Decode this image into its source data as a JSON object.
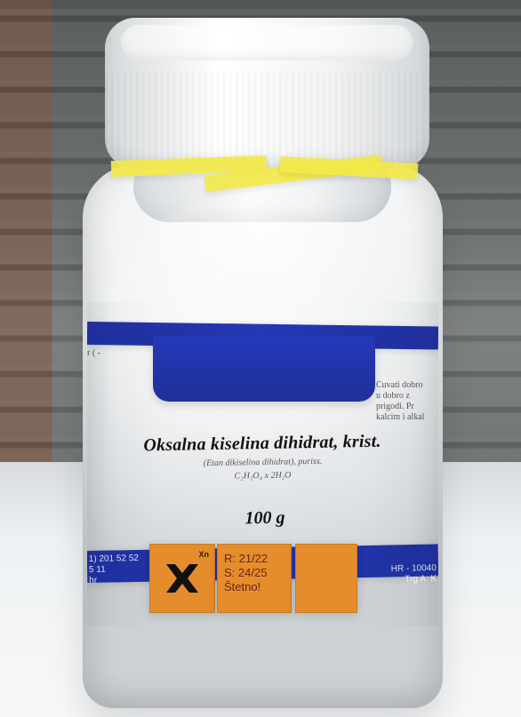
{
  "label": {
    "title": "Oksalna kiselina dihidrat, krist.",
    "subtitle": "(Etan dikiselina dihidrat), puriss.",
    "formula": "C₂H₂O₄ x 2H₂O",
    "amount": "100 g",
    "left_edge_text": "r\n(\n-\n\n\n\n\nrr\n\n\n\n\n\n\n",
    "right_edge_text": "Čuvati dobro\nu dobro z\nprigodi. Pr\nkalcim i alkal",
    "hazard": {
      "symbol": "✖",
      "code": "Xn",
      "r_phrase": "R: 21/22",
      "s_phrase": "S: 24/25",
      "word": "Štetno!"
    },
    "band_left_text": "1) 201 52 52\n5 11\nhr",
    "band_right_text": "HR - 10040\nTrg A. K"
  },
  "colors": {
    "label_blue": "#2439b7",
    "hazard_orange": "#e58d2c",
    "seal_yellow": "#f2e94a"
  }
}
